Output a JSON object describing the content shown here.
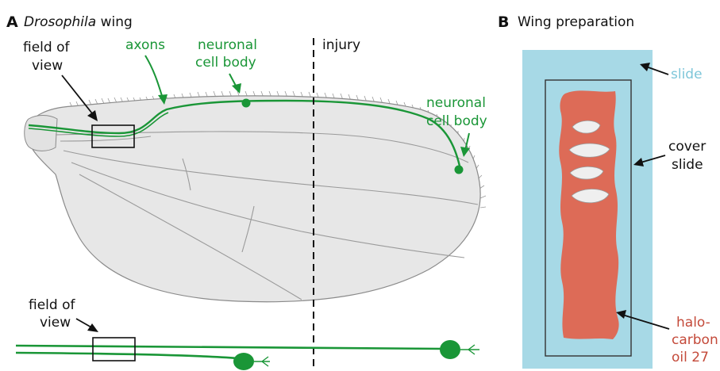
{
  "panel_a": {
    "letter": "A",
    "title_italic": "Drosophila",
    "title_rest": " wing",
    "field_of_view_line1": "field of",
    "field_of_view_line2": "view",
    "axons": "axons",
    "neuronal_line1": "neuronal",
    "cell_body": "cell body",
    "injury": "injury",
    "neuronal2_line1": "neuronal",
    "cell_body2": "cell body",
    "field_of_view_bottom_line1": "field of",
    "field_of_view_bottom_line2": "view"
  },
  "panel_b": {
    "letter": "B",
    "title": "Wing preparation",
    "slide": "slide",
    "cover_line1": "cover",
    "cover_line2": "slide",
    "halo_line1": "halo-",
    "halo_line2": "carbon",
    "halo_line3": "oil 27"
  },
  "colors": {
    "neuron_green": "#1a9637",
    "slide_blue": "#a7d9e6",
    "oil_red": "#dd6b57",
    "wing_gray": "#e6e6e6"
  }
}
